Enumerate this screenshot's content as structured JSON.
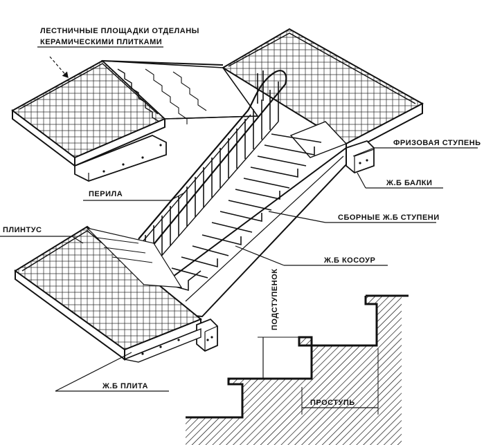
{
  "labels": {
    "landing_tiles_line1": "ЛЕСТНИЧНЫЕ ПЛОЩАДКИ ОТДЕЛАНЫ",
    "landing_tiles_line2": "КЕРАМИЧЕСКИМИ ПЛИТКАМИ",
    "frieze_step": "ФРИЗОВАЯ СТУПЕНЬ",
    "rc_beams": "Ж.Б БАЛКИ",
    "railing": "ПЕРИЛА",
    "baseboard": "ПЛИНТУС",
    "precast_steps": "СБОРНЫЕ Ж.Б СТУПЕНИ",
    "rc_stringer": "Ж.Б КОСОУР",
    "riser": "ПОДСТУПЕНОК",
    "tread": "ПРОСТУПЬ",
    "rc_slab": "Ж.Б ПЛИТА"
  },
  "colors": {
    "ink": "#111111",
    "paper": "#ffffff"
  }
}
